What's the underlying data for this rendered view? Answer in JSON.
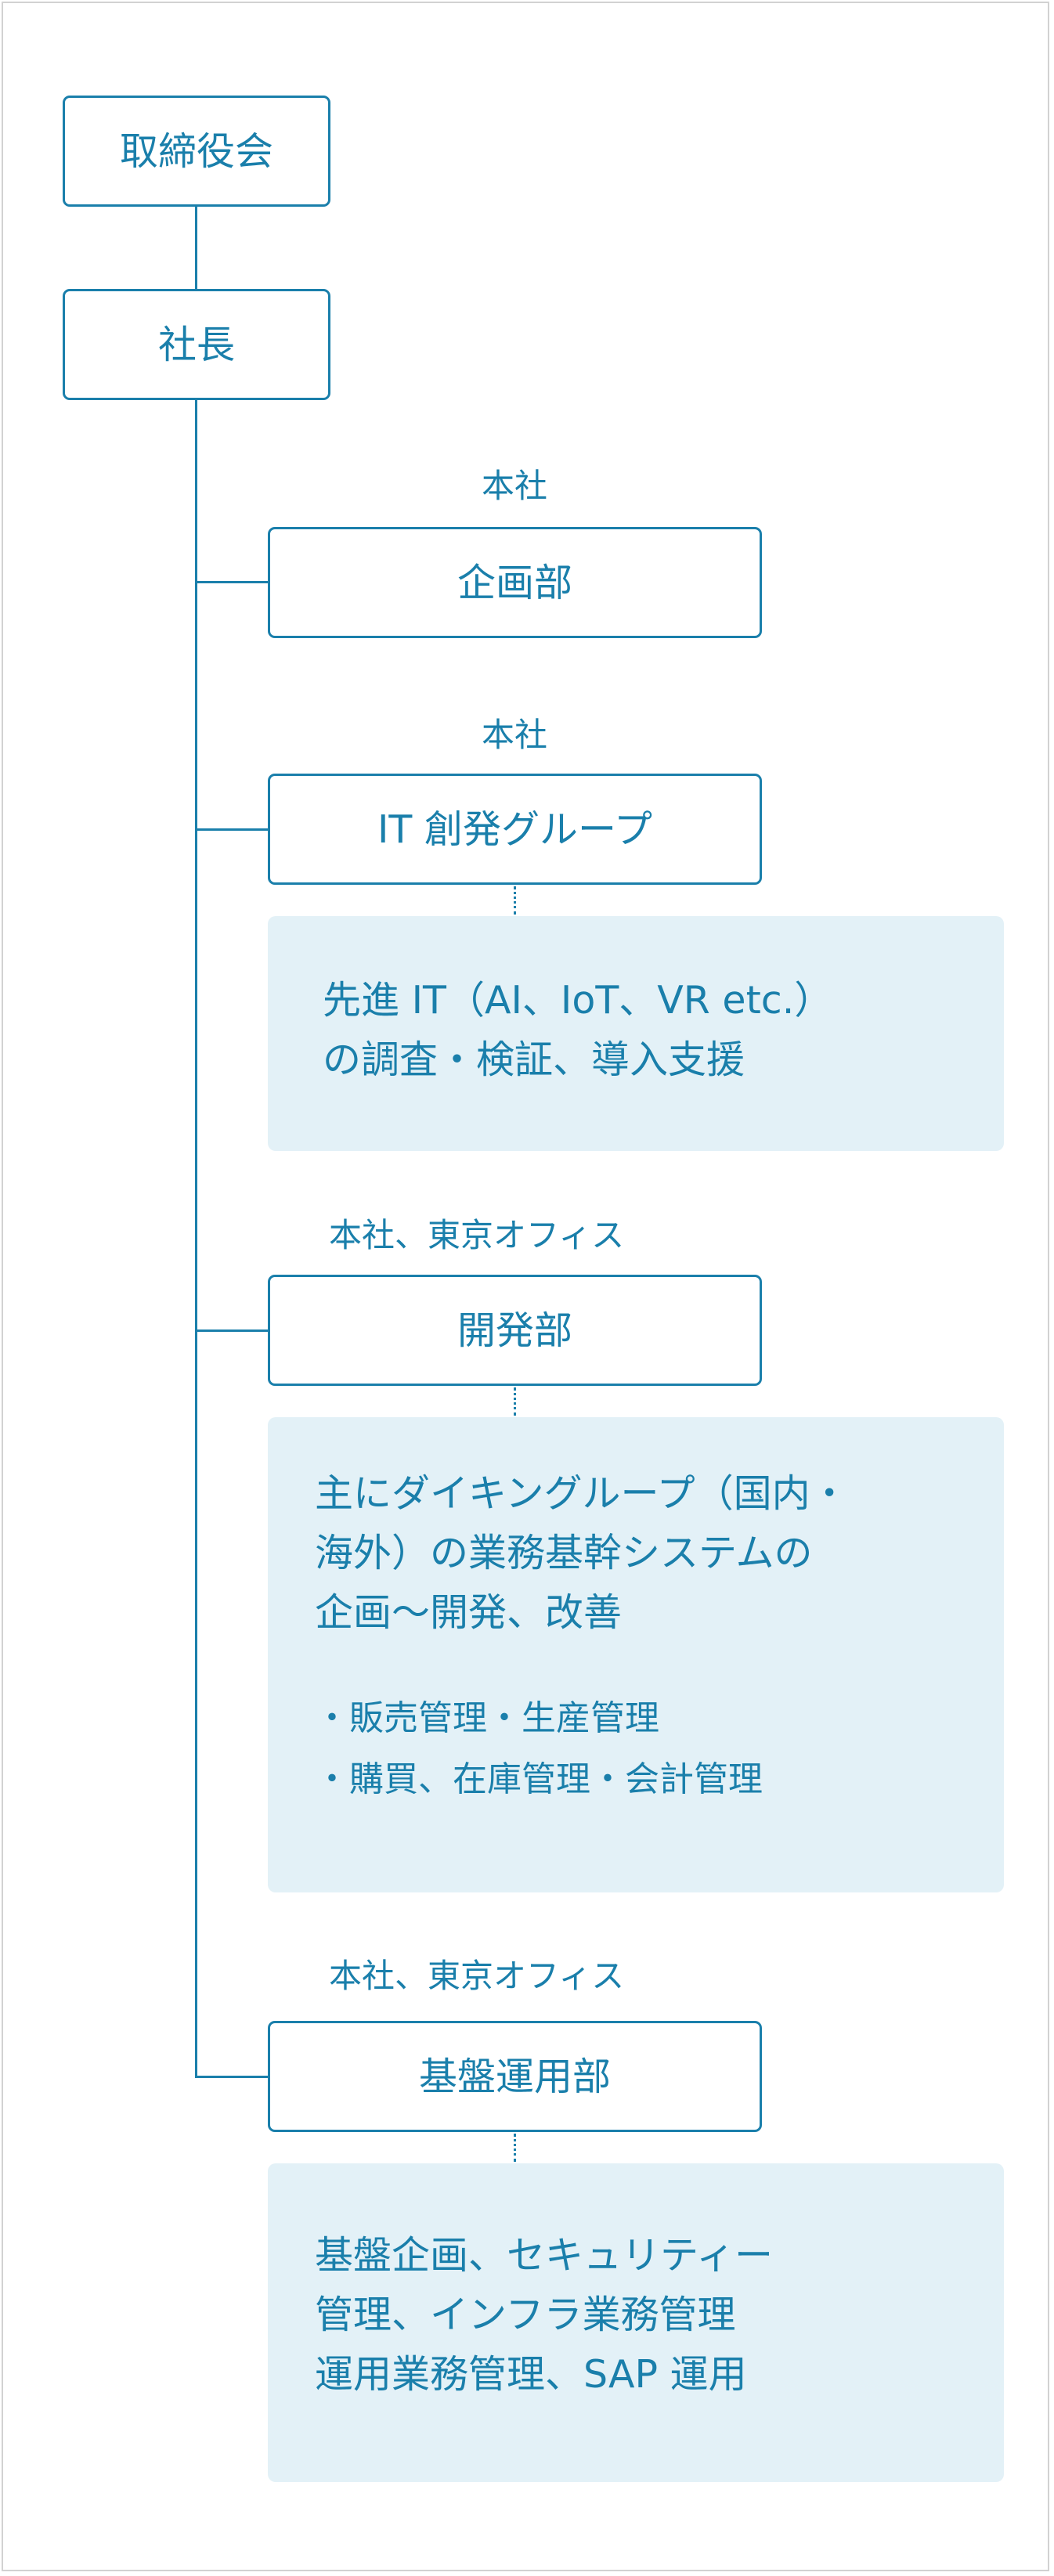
{
  "theme": {
    "accent": "#1a7fab",
    "panel_bg": "#e3f1f7",
    "frame_border": "#d2d2d2"
  },
  "board": {
    "label": "取締役会"
  },
  "president": {
    "label": "社長"
  },
  "departments": [
    {
      "location": "本社",
      "name": "企画部"
    },
    {
      "location": "本社",
      "name": "IT 創発グループ",
      "description": [
        "先進 IT（AI、IoT、VR etc.）",
        "の調査・検証、導入支援"
      ]
    },
    {
      "location": "本社、東京オフィス",
      "name": "開発部",
      "description": [
        "主にダイキングループ（国内・",
        "海外）の業務基幹システムの",
        "企画〜開発、改善"
      ],
      "items": [
        "・販売管理・生産管理",
        "・購買、在庫管理・会計管理"
      ]
    },
    {
      "location": "本社、東京オフィス",
      "name": "基盤運用部",
      "description": [
        "基盤企画、セキュリティー",
        "管理、インフラ業務管理",
        "運用業務管理、SAP 運用"
      ]
    }
  ]
}
